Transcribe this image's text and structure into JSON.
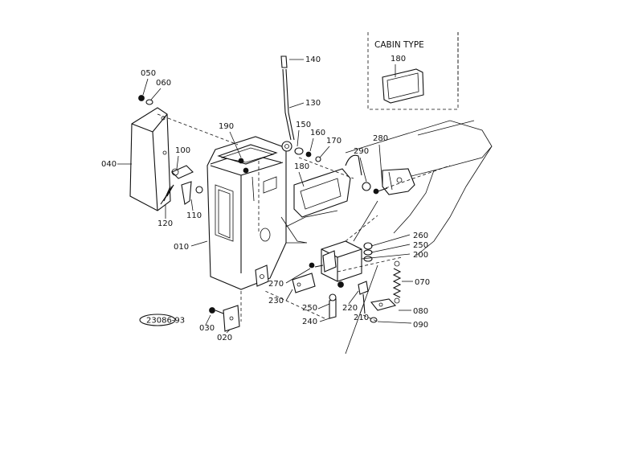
{
  "inset": {
    "title": "CABIN TYPE"
  },
  "catalog_code": "23086-93",
  "parts": [
    {
      "key": "p050",
      "label": "050"
    },
    {
      "key": "p060",
      "label": "060"
    },
    {
      "key": "p040",
      "label": "040"
    },
    {
      "key": "p190",
      "label": "190"
    },
    {
      "key": "p100",
      "label": "100"
    },
    {
      "key": "p120",
      "label": "120"
    },
    {
      "key": "p110",
      "label": "110"
    },
    {
      "key": "p010",
      "label": "010"
    },
    {
      "key": "p030",
      "label": "030"
    },
    {
      "key": "p020",
      "label": "020"
    },
    {
      "key": "p140",
      "label": "140"
    },
    {
      "key": "p130",
      "label": "130"
    },
    {
      "key": "p150",
      "label": "150"
    },
    {
      "key": "p160",
      "label": "160"
    },
    {
      "key": "p170",
      "label": "170"
    },
    {
      "key": "p180a",
      "label": "180"
    },
    {
      "key": "p180b",
      "label": "180"
    },
    {
      "key": "p290",
      "label": "290"
    },
    {
      "key": "p280",
      "label": "280"
    },
    {
      "key": "p260",
      "label": "260"
    },
    {
      "key": "p250a",
      "label": "250"
    },
    {
      "key": "p200",
      "label": "200"
    },
    {
      "key": "p070",
      "label": "070"
    },
    {
      "key": "p270",
      "label": "270"
    },
    {
      "key": "p230",
      "label": "230"
    },
    {
      "key": "p250b",
      "label": "250"
    },
    {
      "key": "p220",
      "label": "220"
    },
    {
      "key": "p210",
      "label": "210"
    },
    {
      "key": "p080",
      "label": "080"
    },
    {
      "key": "p090",
      "label": "090"
    },
    {
      "key": "p240",
      "label": "240"
    }
  ]
}
